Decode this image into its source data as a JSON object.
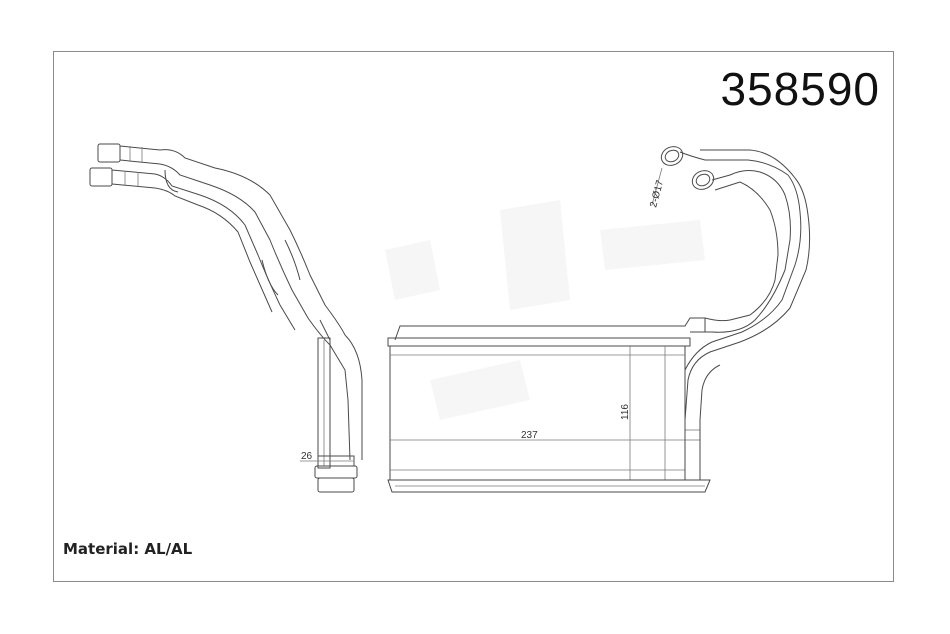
{
  "part_number": "358590",
  "material_label": "Material: AL/AL",
  "dimensions": {
    "width": "237",
    "height": "116",
    "depth": "26",
    "pipe_diameter": "2-Ø17"
  }
}
